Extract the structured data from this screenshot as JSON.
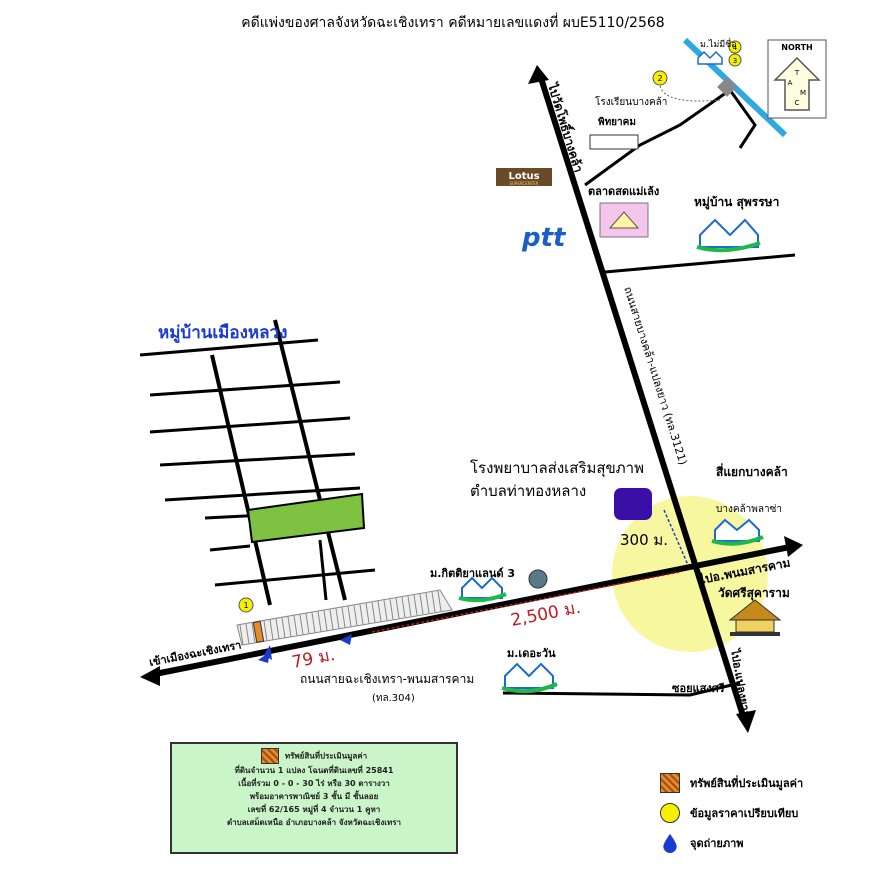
{
  "title": "คดีแพ่งของศาลจังหวัดฉะเชิงเทรา คดีหมายเลขแดงที่  ผบE5110/2568",
  "north": {
    "line1": "NORTH",
    "letters": [
      "T",
      "A",
      "M",
      "C"
    ]
  },
  "labels": {
    "ban_muang_luang": "หมู่บ้านเมืองหลวง",
    "to_wat_pho": "ไปวัดโพธิ์บางคล้า",
    "school": "โรงเรียนบางคล้า",
    "school2": "พิทยาคม",
    "lotus": "Lotus",
    "lotus_sub": "SUPERCENTER",
    "ptt": "ptt",
    "market": "ตลาดสดแม่เล้ง",
    "ban_suphannasa": "หมู่บ้าน สุพรรษา",
    "road_3121": "ถนนสายบางคล้า-แปลงยาว (ทล.3121)",
    "hospital1": "โรงพยาบาลส่งเสริมสุขภาพ",
    "hospital2": "ตำบลท่าทองหลาง",
    "intersection": "สี่แยกบางคล้า",
    "bangkhla_plaza": "บางคล้าพลาซ่า",
    "dist_300": "300 ม.",
    "to_phanom": "ไปอ.พนมสารคาม",
    "wat": "วัดศรีสุคาราม",
    "kitiya": "ม.กิตติยาแลนด์ 3",
    "dist_2500": "2,500 ม.",
    "to_chachoengsao": "เข้าเมืองฉะเชิงเทรา",
    "dist_79": "79 ม.",
    "road_304": "ถนนสายฉะเชิงเทรา-พนมสารคาม",
    "road_304_code": "(ทล.304)",
    "der_wan": "ม.เดอะวัน",
    "soi_saengsri": "ซอยแสงศรี",
    "to_plaeng_yao": "ไปอ.แปลงยาว",
    "mai_chit": "ม.ไม่มีชื่อ",
    "num1": "1",
    "num2": "2",
    "num3": "3",
    "num4": "4"
  },
  "info_box": {
    "line1": "ทรัพย์สินที่ประเมินมูลค่า",
    "line2": "ที่ดินจำนวน 1 แปลง โฉนดที่ดินเลขที่ 25841",
    "line3": "เนื้อที่รวม  0 - 0 - 30  ไร่  หรือ 30  ตารางวา",
    "line4": "พร้อมอาคารพาณิชย์  3  ชั้น มี ชั้นลอย",
    "line5": "เลขที่ 62/165  หมู่ที่ 4  จำนวน 1 คูหา",
    "line6": "ตำบลเสม็ดเหนือ อำเภอบางคล้า จังหวัดฉะเชิงเทรา"
  },
  "legend": {
    "item1": "ทรัพย์สินที่ประเมินมูลค่า",
    "item2": "ข้อมูลราคาเปรียบเทียบ",
    "item3": "จุดถ่ายภาพ"
  },
  "colors": {
    "road": "#000000",
    "green_plot": "#7fc241",
    "circle": "#f7f7a0",
    "hospital": "#3a0fa8",
    "red_text": "#c0191e",
    "blue_arrow": "#1a3ad0",
    "river": "#2ea8e0"
  }
}
